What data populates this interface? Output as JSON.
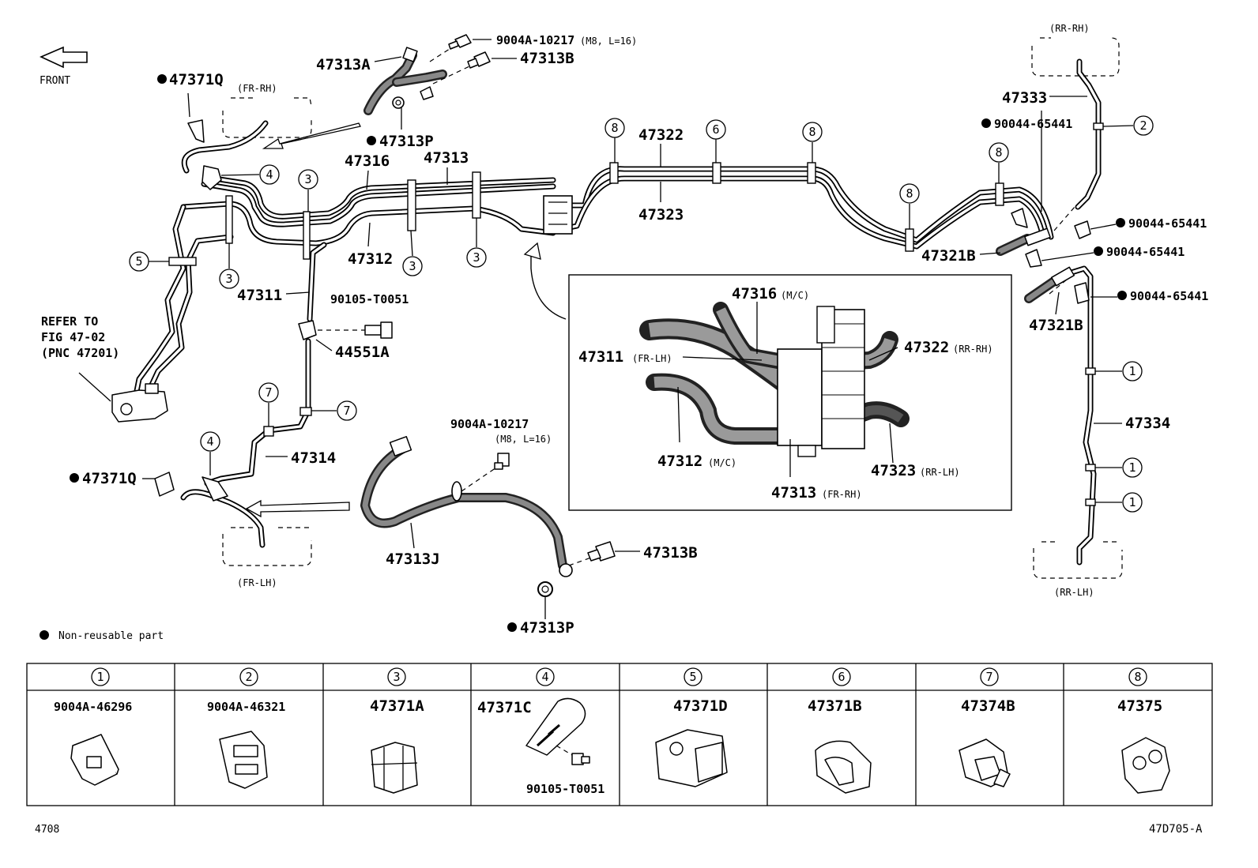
{
  "diagram": {
    "front_label": "FRONT",
    "refer_to": [
      "REFER TO",
      "FIG 47-02",
      "(PNC 47201)"
    ],
    "legend": "Non-reusable part",
    "page_number": "4708",
    "figure_id": "47D705-A",
    "parts": {
      "p47313A": "47313A",
      "p47313B_top": "47313B",
      "p9004A_10217_top": "9004A-10217",
      "p9004A_10217_top_spec": "(M8, L=16)",
      "p47371Q_top": "47371Q",
      "p47313P_top": "47313P",
      "p47316": "47316",
      "p47313": "47313",
      "p47322": "47322",
      "p47323": "47323",
      "p47333": "47333",
      "p90044_a": "90044-65441",
      "p90044_b": "90044-65441",
      "p90044_c": "90044-65441",
      "p90044_d": "90044-65441",
      "p47321B_a": "47321B",
      "p47321B_b": "47321B",
      "p47312": "47312",
      "p47311": "47311",
      "p90105_T0051": "90105-T0051",
      "p44551A": "44551A",
      "p47314": "47314",
      "p47371Q_bot": "47371Q",
      "p9004A_10217_bot": "9004A-10217",
      "p9004A_10217_bot_spec": "(M8, L=16)",
      "p47313J": "47313J",
      "p47313B_bot": "47313B",
      "p47313P_bot": "47313P",
      "p47334": "47334"
    },
    "locations": {
      "fr_rh": "(FR-RH)",
      "fr_lh": "(FR-LH)",
      "rr_rh": "(RR-RH)",
      "rr_lh": "(RR-LH)"
    },
    "inset": {
      "p47316": "47316",
      "p47316_sub": "(M/C)",
      "p47311": "47311",
      "p47311_sub": "(FR-LH)",
      "p47322": "47322",
      "p47322_sub": "(RR-RH)",
      "p47312": "47312",
      "p47312_sub": "(M/C)",
      "p47323": "47323",
      "p47323_sub": "(RR-LH)",
      "p47313": "47313",
      "p47313_sub": "(FR-RH)"
    },
    "refnums": {
      "r1": "1",
      "r2": "2",
      "r3": "3",
      "r4": "4",
      "r5": "5",
      "r6": "6",
      "r7": "7",
      "r8": "8"
    }
  },
  "clip_table": {
    "columns": [
      {
        "ref": "1",
        "part": "9004A-46296"
      },
      {
        "ref": "2",
        "part": "9004A-46321"
      },
      {
        "ref": "3",
        "part": "47371A"
      },
      {
        "ref": "4",
        "part": "47371C",
        "extra": "90105-T0051"
      },
      {
        "ref": "5",
        "part": "47371D"
      },
      {
        "ref": "6",
        "part": "47371B"
      },
      {
        "ref": "7",
        "part": "47374B"
      },
      {
        "ref": "8",
        "part": "47375"
      }
    ]
  }
}
